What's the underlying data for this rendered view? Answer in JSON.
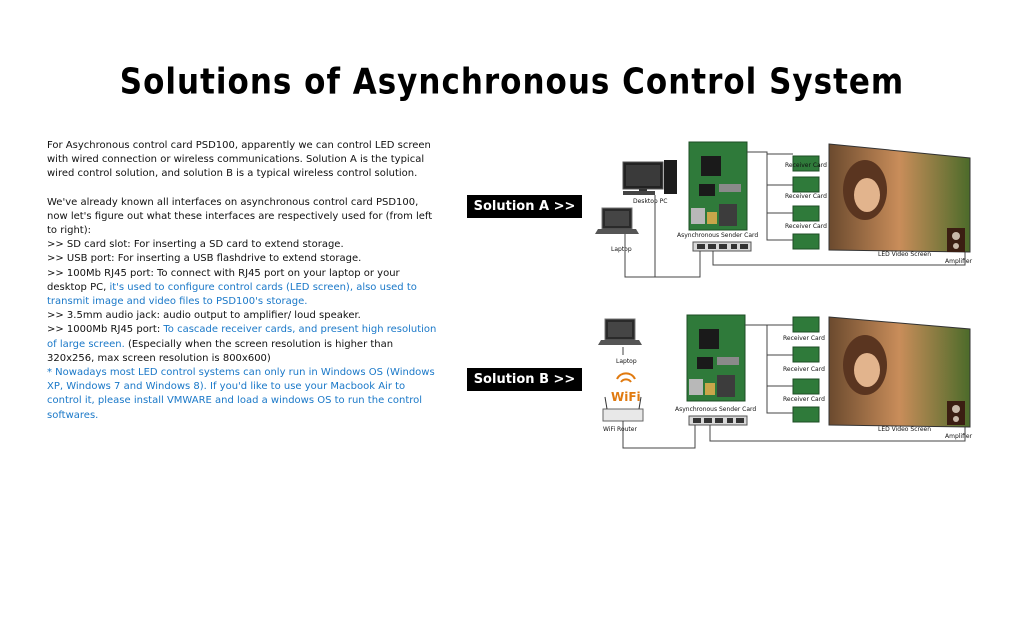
{
  "title": "Solutions of Asynchronous Control System",
  "intro": "For Asychronous control card PSD100, apparently we can control LED screen with wired connection or wireless communications. Solution A is the typical wired control solution, and solution B is a typical wireless control solution.",
  "interfaces_intro": "We've already known all interfaces on asynchronous control card PSD100, now let's figure out what these interfaces are respectively used for (from left to right):",
  "interfaces": {
    "sd": ">> SD card slot: For inserting a SD card to extend storage.",
    "usb": ">> USB port: For inserting a USB flashdrive to extend storage.",
    "rj45_100_a": ">> 100Mb RJ45 port: To connect with RJ45 port on your laptop or your desktop PC, ",
    "rj45_100_b": "it's used to configure control cards (LED screen), also used to transmit image and video files to PSD100's storage.",
    "audio": ">> 3.5mm audio jack: audio output to amplifier/ loud speaker.",
    "rj45_1000_a": ">> 1000Mb RJ45 port: ",
    "rj45_1000_b": "To cascade receiver cards, and present high resolution of large screen.",
    "rj45_1000_c": " (Especially when the screen resolution is higher than 320x256, max screen resolution is 800x600)"
  },
  "note": "* Nowadays most LED control systems can only run in Windows OS (Windows XP, Windows 7 and Windows 8). If you'd like to use your Macbook Air to control it, please install VMWARE and load a windows OS to run the control softwares.",
  "solution_a": {
    "label": "Solution A >>",
    "desktop": "Desktop PC",
    "laptop": "Laptop",
    "sender": "Asynchronous Sender Card",
    "receivers": [
      "Receiver Card",
      "Receiver Card",
      "Receiver Card"
    ],
    "screen": "LED Video Screen",
    "amplifier": "Amplifier"
  },
  "solution_b": {
    "label": "Solution B >>",
    "laptop": "Laptop",
    "router": "WiFi Router",
    "wifi": "WiFi",
    "sender": "Asynchronous Sender Card",
    "receivers": [
      "Receiver Card",
      "Receiver Card",
      "Receiver Card"
    ],
    "screen": "LED Video Screen",
    "amplifier": "Amplifier"
  },
  "colors": {
    "accent_blue": "#1a78c8",
    "board_green": "#2f7a3a",
    "label_bg": "#000000"
  }
}
